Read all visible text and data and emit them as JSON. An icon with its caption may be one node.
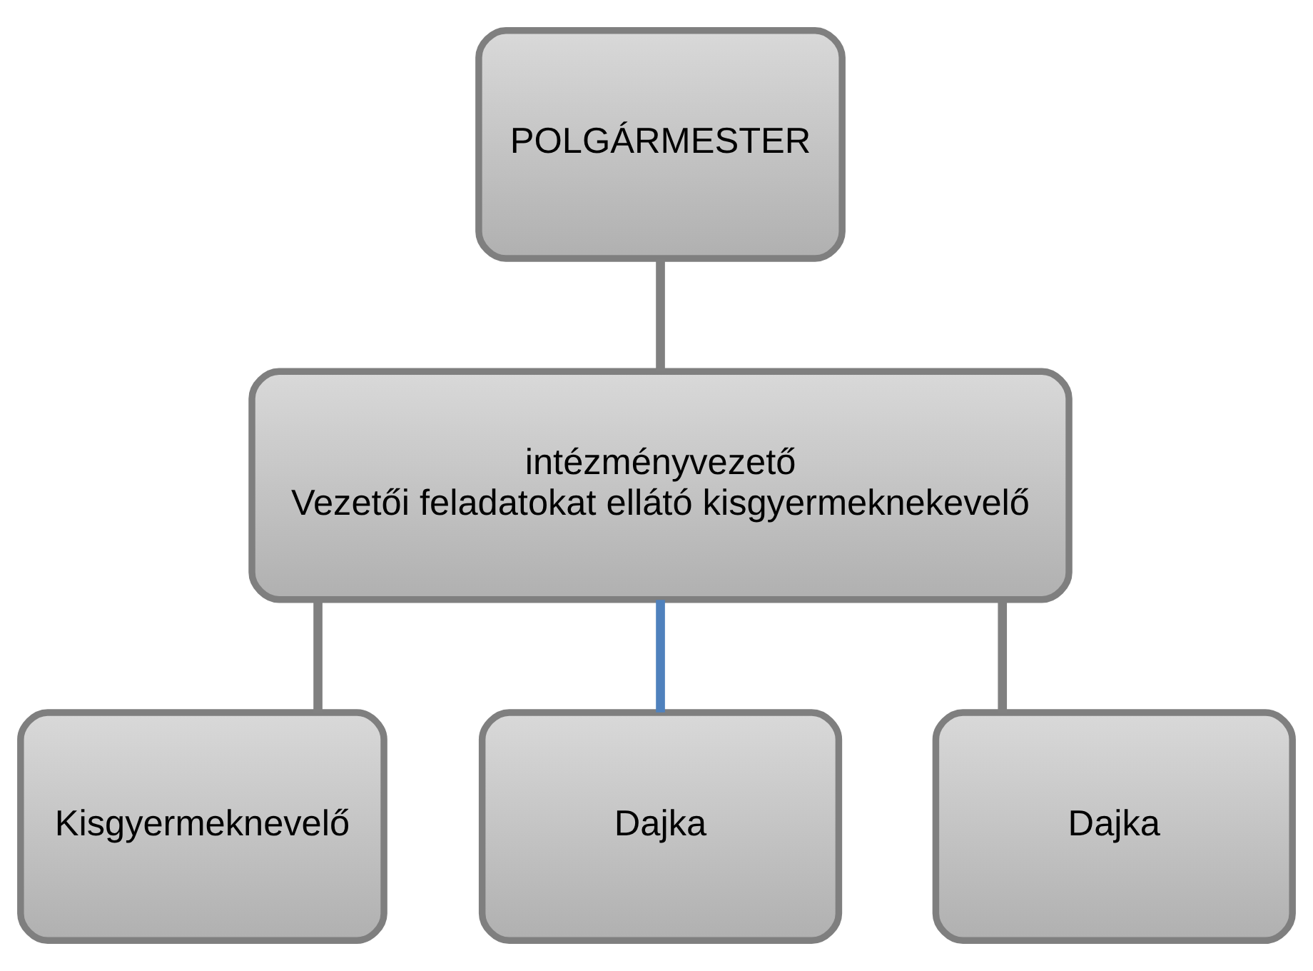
{
  "diagram": {
    "nodes": [
      {
        "text": [
          "POLGÁRMESTER"
        ]
      },
      {
        "text": [
          "intézményvezető",
          "Vezetői feladatokat ellátó kisgyermeknekevelő"
        ]
      },
      {
        "text": [
          "Kisgyermeknevelő"
        ]
      },
      {
        "text": [
          "Dajka"
        ]
      },
      {
        "text": [
          "Dajka"
        ]
      }
    ],
    "edges": [
      {
        "from": 0,
        "to": 1,
        "arrow": "none"
      },
      {
        "from": 1,
        "to": 2,
        "arrow": "none"
      },
      {
        "from": 1,
        "to": 3,
        "arrow": "none",
        "color": "#4f81bd"
      },
      {
        "from": 1,
        "to": 4,
        "arrow": "none"
      }
    ]
  }
}
